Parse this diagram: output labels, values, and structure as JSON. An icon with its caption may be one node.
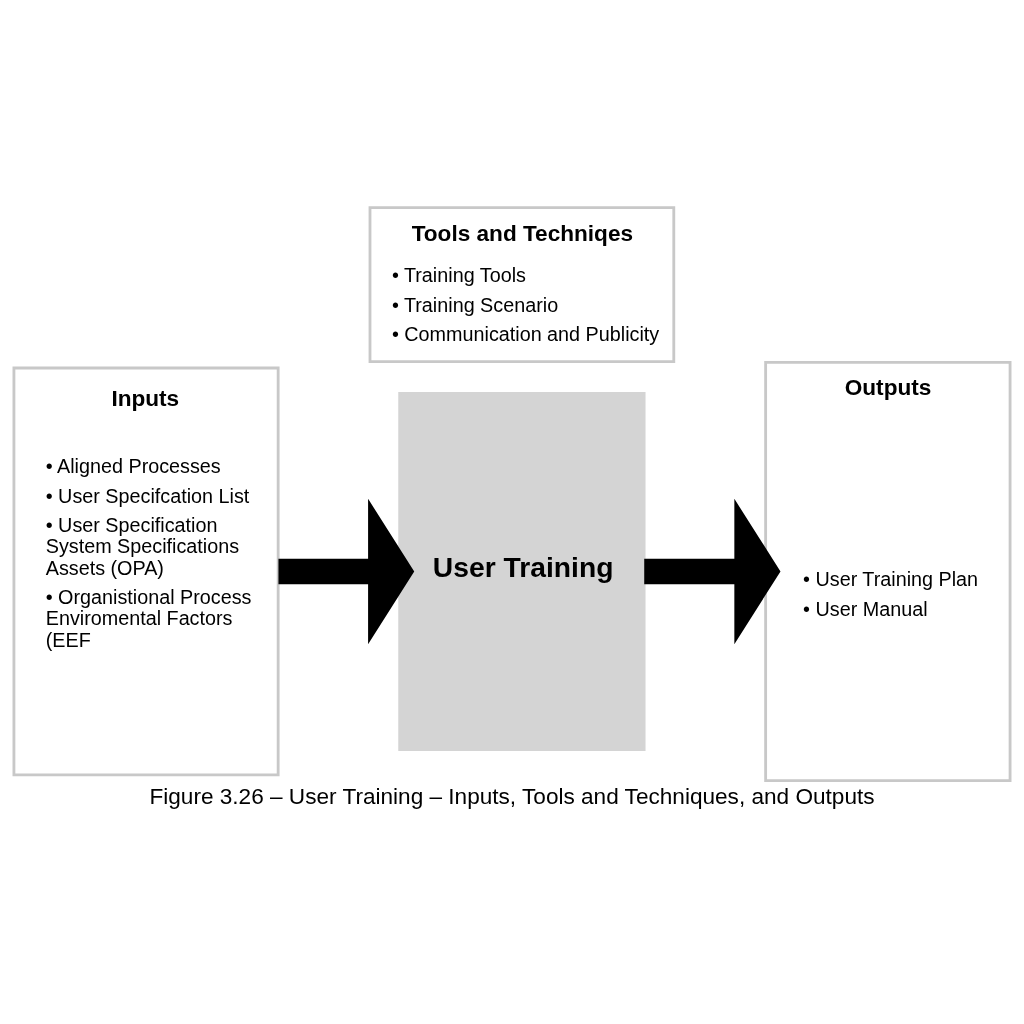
{
  "diagram": {
    "caption": "Figure 3.26 – User Training – Inputs, Tools and Techniques, and Outputs",
    "nodes": [
      {
        "text": [
          "Inputs",
          "• Aligned Processes",
          "• User Specifcation List",
          "• User Specification System Specifications Assets (OPA)",
          "• Organistional Process Enviromental Factors (EEF"
        ]
      },
      {
        "text": [
          "Tools and Techniqes",
          "• Training Tools",
          "• Training Scenario",
          "• Communication and Publicity"
        ]
      },
      {
        "text": [
          "User Training"
        ]
      },
      {
        "text": [
          "Outputs",
          "• User Training Plan",
          "• User Manual"
        ]
      }
    ],
    "edges": [
      {
        "from": 0,
        "to": 2,
        "arrow": "to"
      },
      {
        "from": 2,
        "to": 3,
        "arrow": "to"
      }
    ]
  }
}
